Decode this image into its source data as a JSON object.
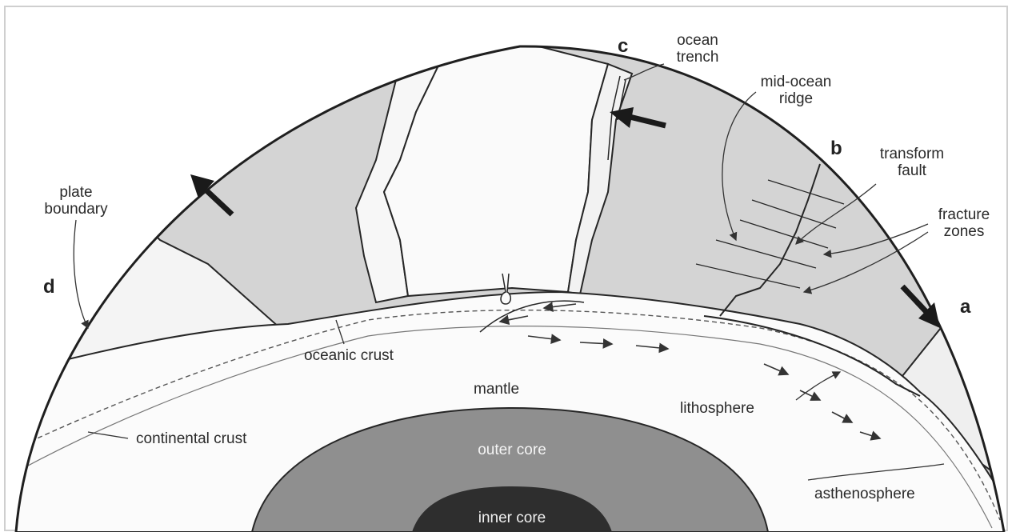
{
  "figure": {
    "letters": {
      "a": "a",
      "b": "b",
      "c": "c",
      "d": "d"
    },
    "labels": {
      "ocean_trench_1": "ocean",
      "ocean_trench_2": "trench",
      "mid_ocean_ridge_1": "mid-ocean",
      "mid_ocean_ridge_2": "ridge",
      "transform_fault_1": "transform",
      "transform_fault_2": "fault",
      "fracture_zones_1": "fracture",
      "fracture_zones_2": "zones",
      "plate_boundary_1": "plate",
      "plate_boundary_2": "boundary",
      "oceanic_crust": "oceanic crust",
      "mantle": "mantle",
      "lithosphere": "lithosphere",
      "continental_crust": "continental crust",
      "outer_core": "outer core",
      "inner_core": "inner core",
      "asthenosphere": "asthenosphere"
    },
    "colors": {
      "ocean_plate": "#d4d4d4",
      "continent": "#f7f7f7",
      "mantle": "#fbfbfb",
      "outer_core": "#8f8f8f",
      "inner_core": "#2e2e2e",
      "ink": "#262626"
    }
  }
}
